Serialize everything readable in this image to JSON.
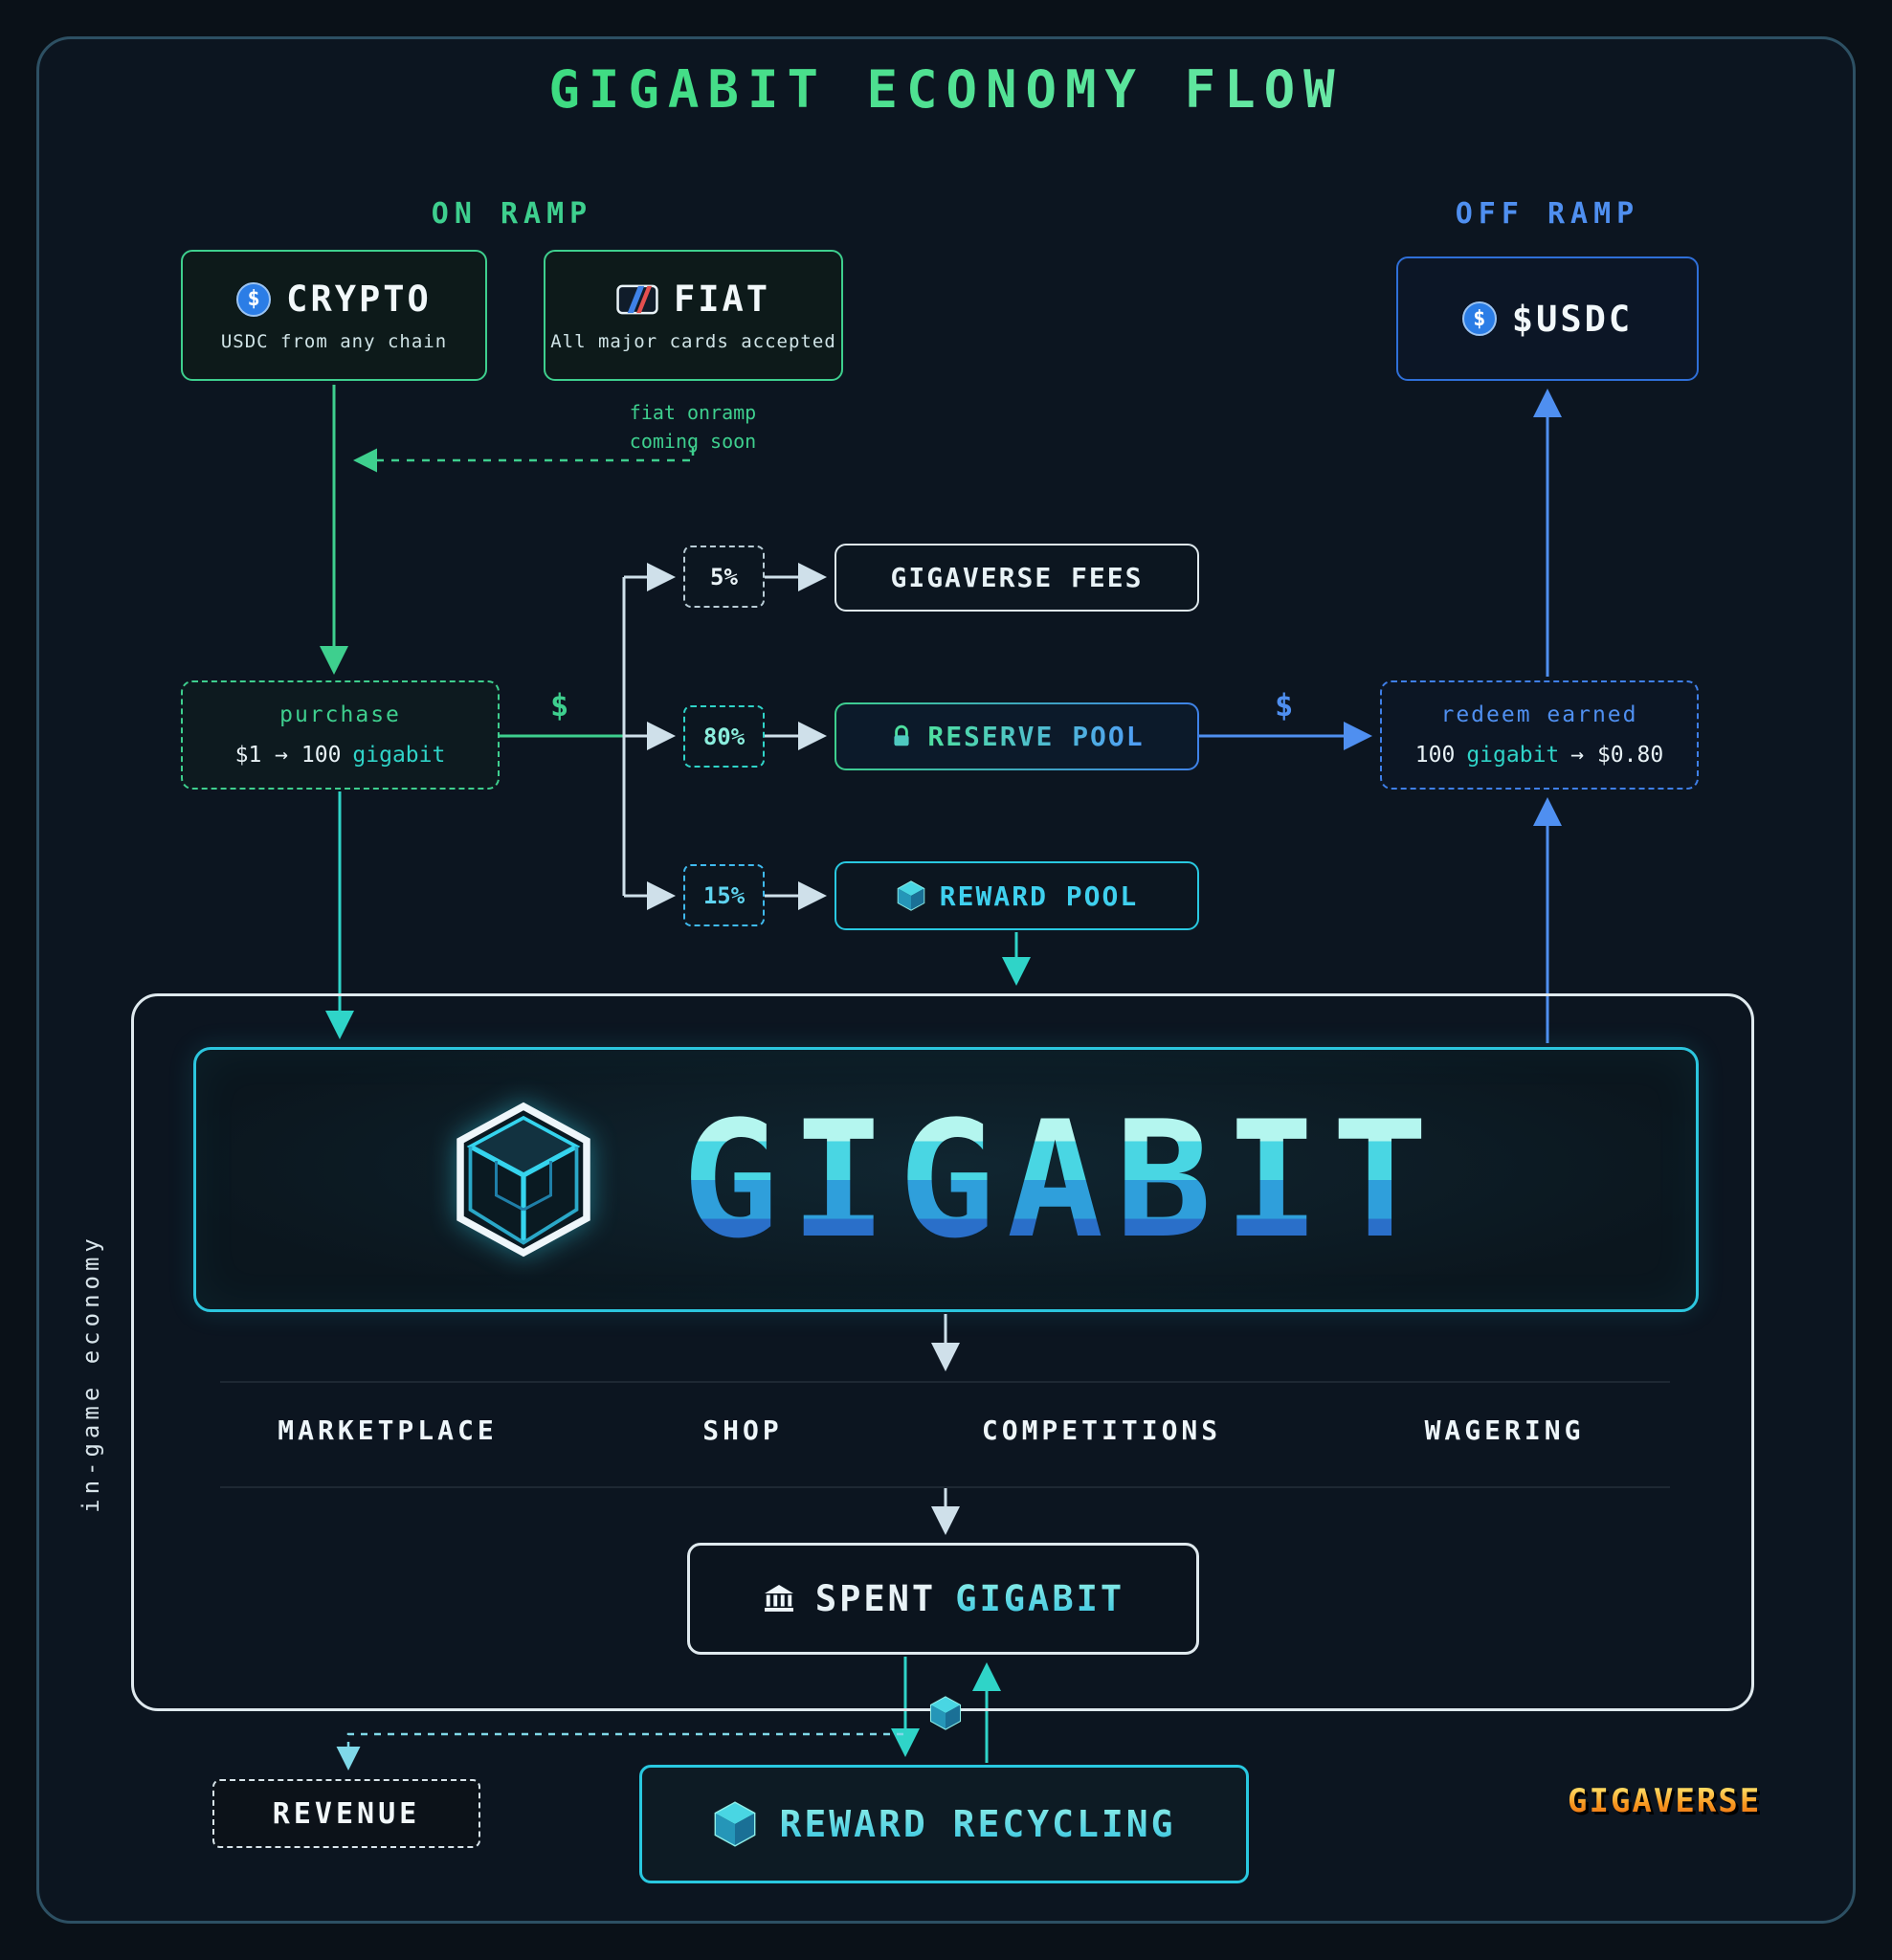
{
  "title": "GIGABIT ECONOMY FLOW",
  "on_ramp": {
    "label": "ON RAMP",
    "crypto": {
      "title": "CRYPTO",
      "subtitle": "USDC from any chain"
    },
    "fiat": {
      "title": "FIAT",
      "subtitle": "All major cards accepted",
      "note1": "fiat onramp",
      "note2": "coming soon"
    }
  },
  "off_ramp": {
    "label": "OFF RAMP",
    "usdc_title": "$USDC"
  },
  "purchase": {
    "label": "purchase",
    "rate_left": "$1 → 100",
    "rate_token": "gigabit"
  },
  "flow": {
    "dollar_in": "$",
    "dollar_out": "$",
    "fee_pct": "5%",
    "reserve_pct": "80%",
    "reward_pct": "15%"
  },
  "pools": {
    "fees": "GIGAVERSE FEES",
    "reserve": "RESERVE POOL",
    "reward": "REWARD POOL"
  },
  "redeem": {
    "label": "redeem earned",
    "rate_left": "100",
    "rate_token": "gigabit",
    "rate_right": "→ $0.80"
  },
  "economy": {
    "side_label": "in-game economy",
    "token": "GIGABIT",
    "channels": [
      "MARKETPLACE",
      "SHOP",
      "COMPETITIONS",
      "WAGERING"
    ],
    "spent_prefix": "SPENT",
    "spent_token": "GIGABIT"
  },
  "bottom": {
    "revenue": "REVENUE",
    "recycling": "REWARD RECYCLING"
  },
  "brand": "GIGAVERSE",
  "icons": {
    "coin_glyph": "$"
  },
  "colors": {
    "green": "#3ecf8e",
    "teal": "#2fd4c8",
    "cyan": "#35d4ee",
    "blue": "#3f82e8",
    "white": "#e8f2f6",
    "gold": "#f7941d",
    "background": "#0c1520"
  }
}
